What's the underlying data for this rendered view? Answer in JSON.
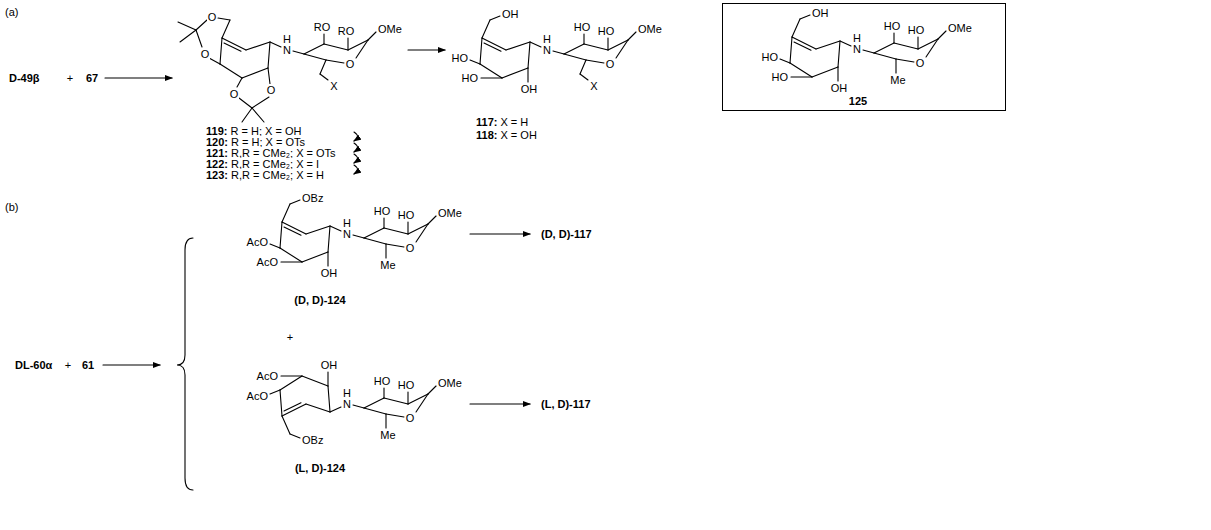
{
  "diagram": {
    "nodes": [
      {
        "text": [
          "OH",
          "HO",
          "HO",
          "OH",
          "H",
          "N",
          "HO",
          "HO",
          "OMe",
          "O",
          "Me",
          "125"
        ]
      }
    ],
    "labels": [
      "(a)",
      "D-49β",
      "+",
      "67",
      "O",
      "O",
      "O",
      "O",
      "H",
      "N",
      "RO",
      "RO",
      "OMe",
      "O",
      "X",
      "119: R = H; X = OH",
      "120: R = H; X = OTs",
      "121: R,R = CMe₂; X = OTs",
      "122: R,R = CMe₂; X = I",
      "123: R,R = CMe₂; X = H",
      "OH",
      "HO",
      "HO",
      "OH",
      "H",
      "N",
      "HO",
      "HO",
      "OMe",
      "O",
      "X",
      "117: X = H",
      "118: X = OH",
      "(b)",
      "DL-60α",
      "+",
      "61",
      "OBz",
      "AcO",
      "AcO",
      "OH",
      "H",
      "N",
      "HO",
      "HO",
      "OMe",
      "O",
      "Me",
      "(D, D)-124",
      "(D, D)-117",
      "+",
      "AcO",
      "AcO",
      "OH",
      "OBz",
      "H",
      "N",
      "HO",
      "HO",
      "OMe",
      "O",
      "Me",
      "(L, D)-124",
      "(L, D)-117"
    ]
  }
}
